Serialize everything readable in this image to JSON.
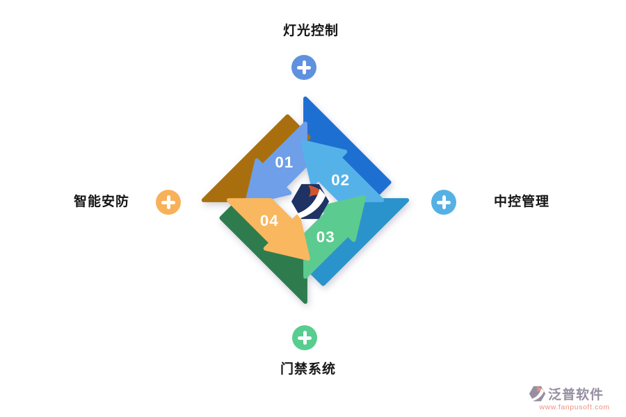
{
  "page": {
    "background_color": "#ffffff"
  },
  "diagram": {
    "type": "cycle-diagram",
    "steps": [
      {
        "number": "01",
        "label": "灯光控制",
        "position": "top",
        "light_color": "#6E9FE8",
        "dark_color": "#1E6FD2",
        "plus_color": "#5E92DE"
      },
      {
        "number": "02",
        "label": "中控管理",
        "position": "right",
        "light_color": "#55B2E8",
        "dark_color": "#2B93CC",
        "plus_color": "#55B1E4"
      },
      {
        "number": "03",
        "label": "门禁系统",
        "position": "bottom",
        "light_color": "#5CCB8F",
        "dark_color": "#2E7C4E",
        "plus_color": "#58CD90"
      },
      {
        "number": "04",
        "label": "智能安防",
        "position": "left",
        "light_color": "#F9B75F",
        "dark_color": "#A96F0E",
        "plus_color": "#F8B159"
      }
    ],
    "center_logo": {
      "hexagon_color": "#1F3264",
      "swoosh_color": "#D2552B",
      "band_color": "#ffffff"
    }
  },
  "watermark": {
    "brand": "泛普软件",
    "url": "www.fanpusoft.com",
    "brand_color": "#978FA1",
    "url_color": "#ED9181",
    "icon_hexagon_color": "#978FA1",
    "icon_swoosh_color": "#E8937E",
    "icon_band_color": "#ffffff"
  }
}
